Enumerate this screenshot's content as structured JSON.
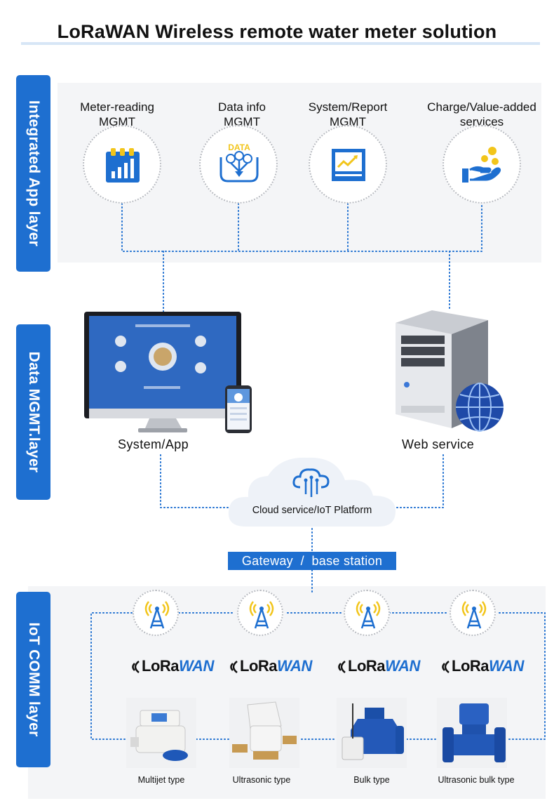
{
  "title": "LoRaWAN Wireless remote water meter solution",
  "layers": {
    "app": "Integrated App layer",
    "data": "Data MGMT.layer",
    "iot": "IoT COMM layer"
  },
  "app_modules": [
    {
      "label": "Meter-reading\nMGMT",
      "icon": "meter-reading-chart-icon"
    },
    {
      "label": "Data info\nMGMT",
      "icon": "data-info-icon",
      "icon_text": "DATA"
    },
    {
      "label": "System/Report\nMGMT",
      "icon": "report-icon"
    },
    {
      "label": "Charge/Value-added\nservices",
      "icon": "hand-coins-icon"
    }
  ],
  "data_layer": {
    "system_app": "System/App",
    "web_service": "Web service",
    "cloud": "Cloud service/IoT Platform",
    "gateway": "Gateway  /  base station"
  },
  "lorawan": {
    "part1": "LoRa",
    "part2": "WAN"
  },
  "devices": [
    {
      "label": "Multijet type"
    },
    {
      "label": "Ultrasonic type"
    },
    {
      "label": "Bulk type"
    },
    {
      "label": "Ultrasonic bulk type"
    }
  ],
  "colors": {
    "accent": "#1e6fd0",
    "panel": "#f4f5f7",
    "dots": "#1e6fd0",
    "coin": "#f2c51b"
  }
}
